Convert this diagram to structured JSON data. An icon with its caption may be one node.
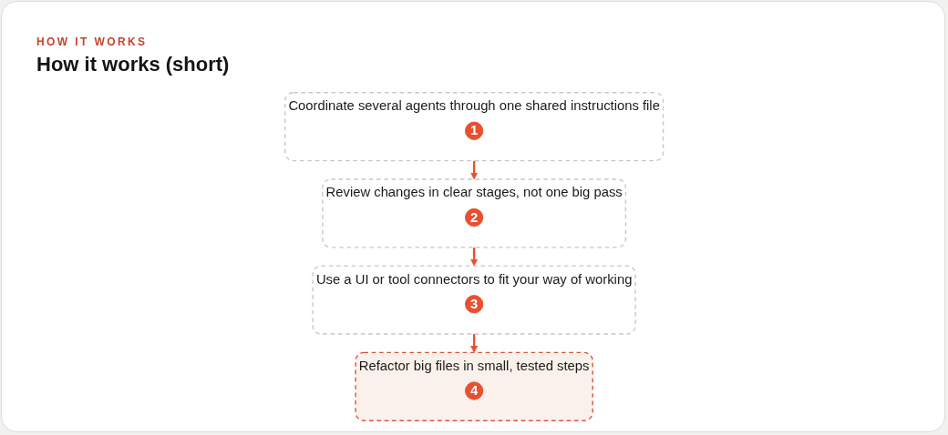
{
  "diagram": {
    "title": "How it works (short)",
    "nodes": [
      {
        "text": [
          "Coordinate several agents through one shared instructions file"
        ]
      },
      {
        "text": [
          "1"
        ],
        "in": 0
      },
      {
        "text": [
          "Review changes in clear stages, not one big pass"
        ]
      },
      {
        "text": [
          "2"
        ],
        "in": 2
      },
      {
        "text": [
          "Use a UI or tool connectors to fit your way of working"
        ]
      },
      {
        "text": [
          "3"
        ],
        "in": 4
      },
      {
        "text": [
          "Refactor big files in small, tested steps"
        ]
      },
      {
        "text": [
          "4"
        ],
        "in": 6
      }
    ],
    "edges": [
      {
        "from": 0,
        "to": 2,
        "arrow": "to"
      },
      {
        "from": 2,
        "to": 4,
        "arrow": "to"
      },
      {
        "from": 4,
        "to": 6,
        "arrow": "to"
      }
    ],
    "labels": [
      "HOW IT WORKS"
    ]
  }
}
